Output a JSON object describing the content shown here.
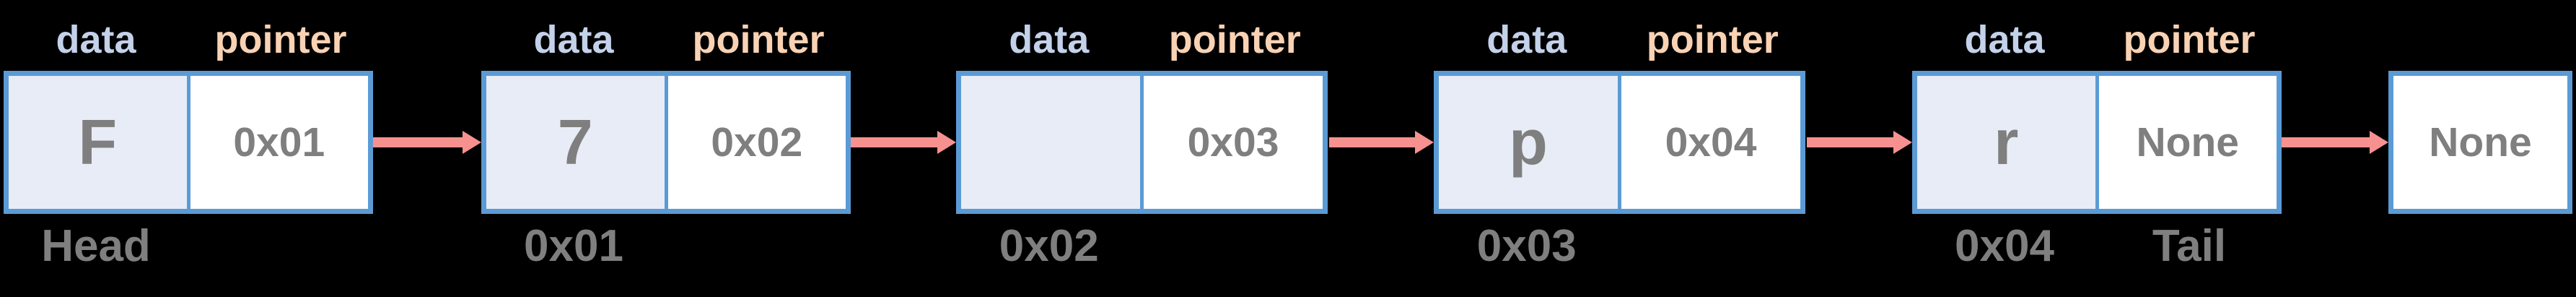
{
  "diagram": {
    "title": "singly-linked-list",
    "field_labels": {
      "data": "data",
      "pointer": "pointer"
    },
    "nodes": [
      {
        "data": "F",
        "pointer": "0x01",
        "label_below_data": "Head",
        "label_below_pointer": ""
      },
      {
        "data": "7",
        "pointer": "0x02",
        "label_below_data": "0x01",
        "label_below_pointer": ""
      },
      {
        "data": "",
        "pointer": "0x03",
        "label_below_data": "0x02",
        "label_below_pointer": ""
      },
      {
        "data": "p",
        "pointer": "0x04",
        "label_below_data": "0x03",
        "label_below_pointer": ""
      },
      {
        "data": "r",
        "pointer": "None",
        "label_below_data": "0x04",
        "label_below_pointer": "Tail"
      }
    ],
    "terminator": {
      "label": "None"
    },
    "colors": {
      "background": "#000000",
      "box_border": "#5B9BD5",
      "data_cell_fill": "#E8ECF6",
      "pointer_cell_fill": "#FFFFFF",
      "arrow": "#F6918F",
      "data_label_text": "#C3D1EA",
      "pointer_label_text": "#F9D2B4",
      "value_text": "#7F7F7F"
    }
  }
}
